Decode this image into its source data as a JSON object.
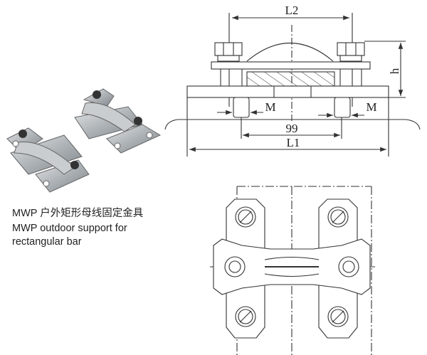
{
  "caption": {
    "line1": "MWP 户外矩形母线固定金具",
    "line2": "MWP outdoor support for",
    "line3": "rectangular bar"
  },
  "drawing_labels": {
    "L2": "L2",
    "L1": "L1",
    "h": "h",
    "M_left": "M",
    "M_right": "M",
    "spacing": "99"
  },
  "colors": {
    "line": "#333333",
    "metal": "#b8bcc0"
  }
}
